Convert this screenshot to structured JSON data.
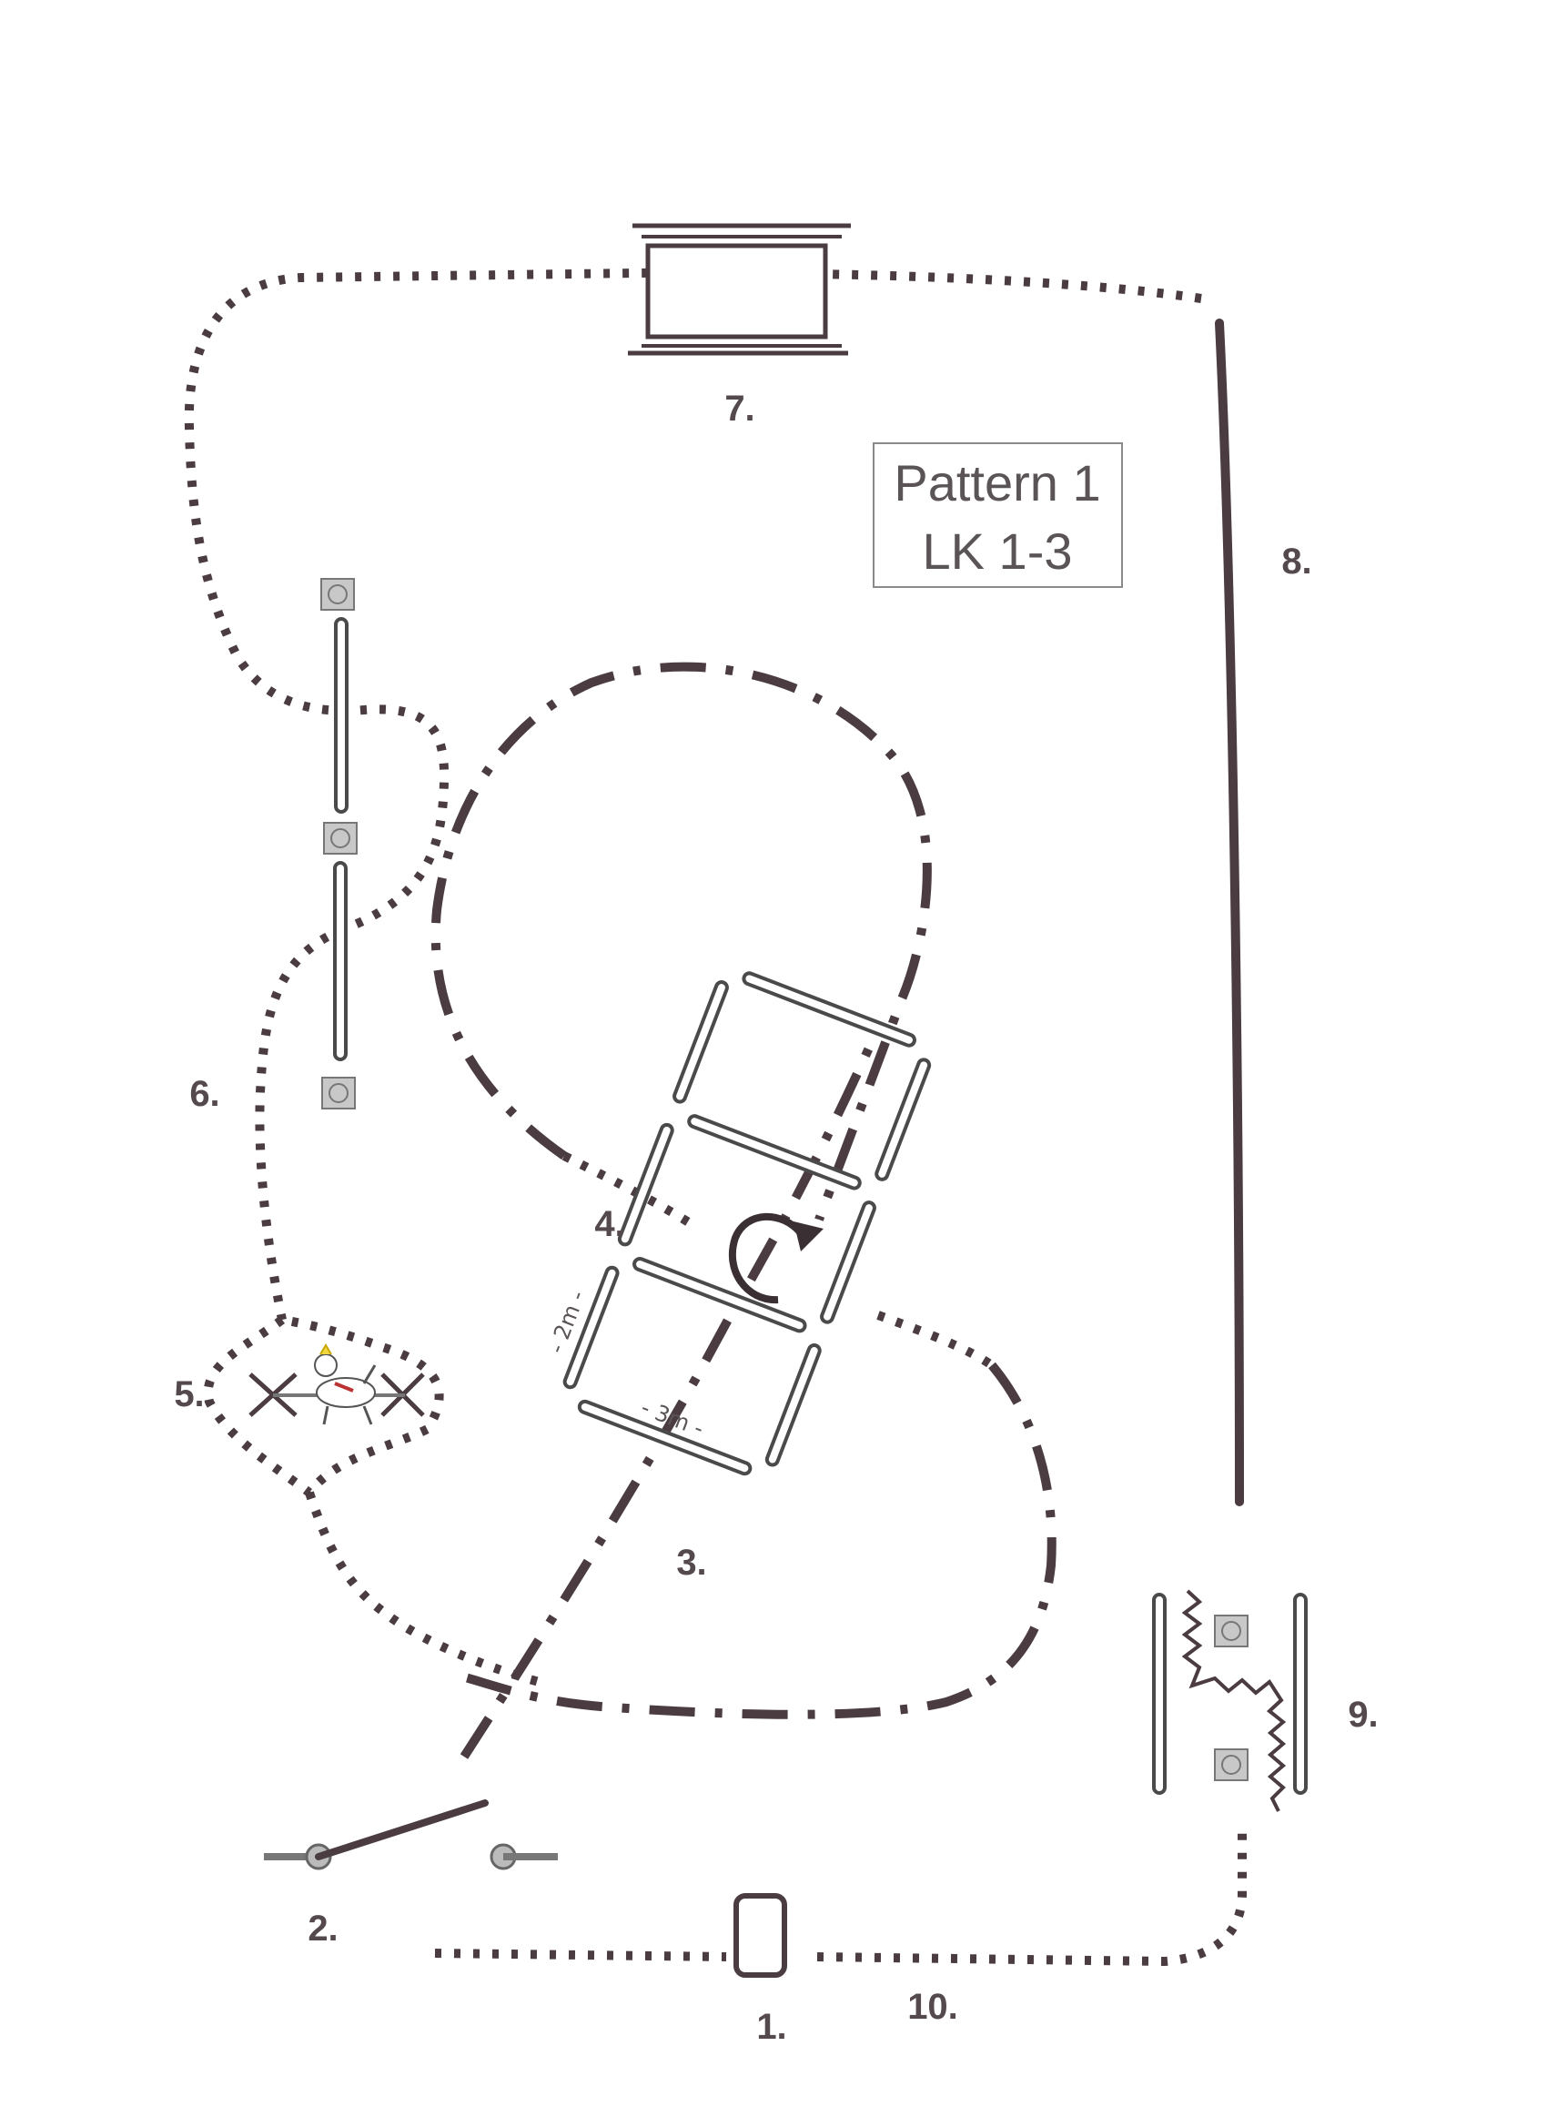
{
  "title": {
    "line1": "Pattern 1",
    "line2": "LK 1-3"
  },
  "labels": {
    "n1": "1.",
    "n2": "2.",
    "n3": "3.",
    "n4": "4.",
    "n5": "5.",
    "n6": "6.",
    "n7": "7.",
    "n8": "8.",
    "n9": "9.",
    "n10": "10."
  },
  "dimensions": {
    "width_label": "- 2m -",
    "length_label": "- 3m -"
  },
  "colors": {
    "path": "#4a3c40",
    "label": "#54494c",
    "pole_outline": "#4a4a4a",
    "cone": "#c8c8c8"
  }
}
